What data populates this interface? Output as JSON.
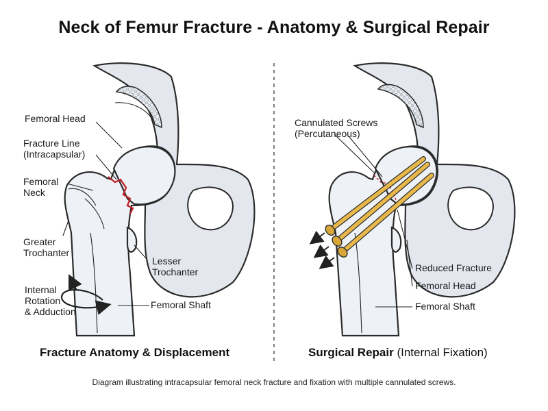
{
  "title": "Neck of Femur Fracture - Anatomy & Surgical Repair",
  "left_panel": {
    "title": "Fracture Anatomy & Displacement",
    "labels": {
      "femoral_head": "Femoral Head",
      "fracture_line_1": "Fracture Line",
      "fracture_line_2": "(Intracapsular)",
      "femoral_neck_1": "Femoral",
      "femoral_neck_2": "Neck",
      "greater_troch_1": "Greater",
      "greater_troch_2": "Trochanter",
      "lesser_troch_1": "Lesser",
      "lesser_troch_2": "Trochanter",
      "rotation_1": "Internal",
      "rotation_2": "Rotation",
      "rotation_3": "& Adduction",
      "femoral_shaft": "Femoral Shaft"
    }
  },
  "right_panel": {
    "title_bold": "Surgical Repair",
    "title_rest": " (Internal Fixation)",
    "labels": {
      "screws_1": "Cannulated Screws",
      "screws_2": "(Percutaneous)",
      "reduced_fracture": "Reduced Fracture",
      "femoral_head": "Femoral Head",
      "femoral_shaft": "Femoral Shaft"
    }
  },
  "caption": "Diagram illustrating intracapsular femoral neck fracture and fixation with multiple cannulated screws.",
  "colors": {
    "bone": "#e4e8ee",
    "fracture": "#c0272d",
    "screw": "#e8b84a",
    "outline": "#2b2b2b"
  }
}
